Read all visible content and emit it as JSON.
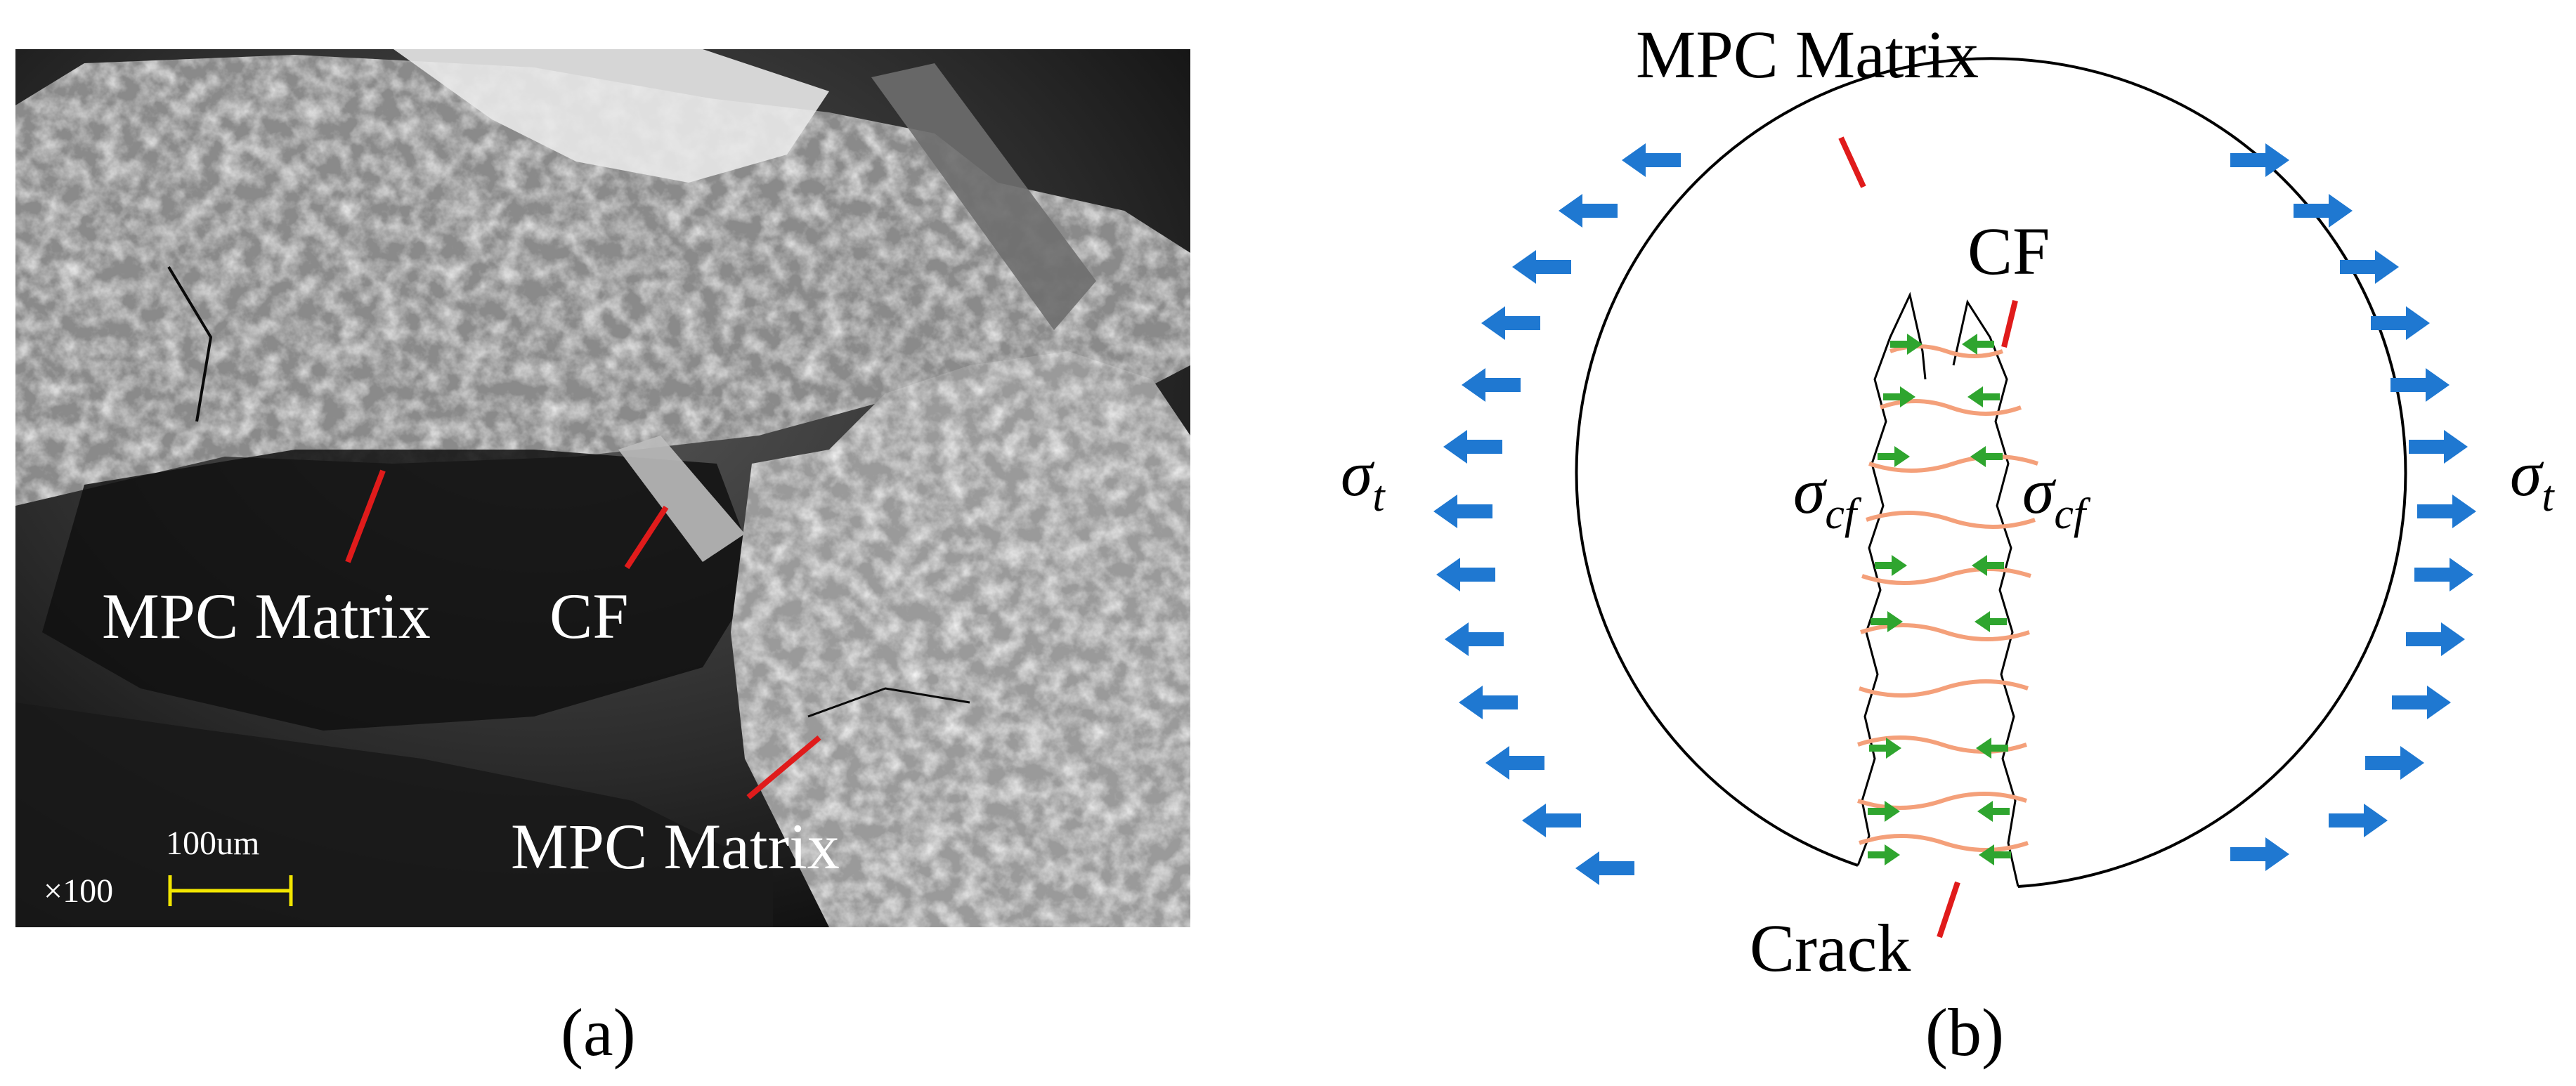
{
  "panel_a": {
    "caption": "(a)",
    "labels": {
      "matrix_left": "MPC Matrix",
      "fiber": "CF",
      "matrix_bottom": "MPC Matrix"
    },
    "scale_bar": {
      "length_label": "100um",
      "magnification": "×100"
    },
    "colors": {
      "leader": "#e01b1b",
      "scale_bar": "#f2e600"
    }
  },
  "panel_b": {
    "caption": "(b)",
    "labels": {
      "matrix": "MPC Matrix",
      "fiber": "CF",
      "crack": "Crack"
    },
    "stress": {
      "sigma": "σ",
      "tension_sub": "t",
      "fiber_sub": "cf"
    },
    "colors": {
      "load_arrow": "#1f78d1",
      "bridge_arrow": "#2fa52f",
      "fiber": "#f4a07a",
      "leader": "#e01b1b"
    }
  }
}
